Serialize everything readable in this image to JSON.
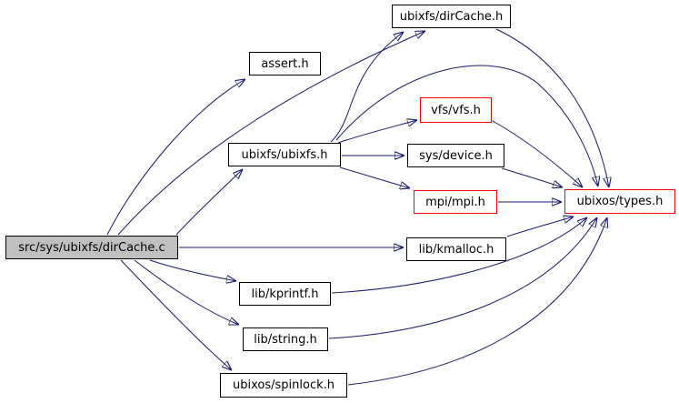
{
  "diagram": {
    "kind": "include-dependency-graph",
    "background_color": "#ffffff",
    "edge_color": "#191970",
    "node_border_color": "#000000",
    "highlight_border_color": "#ff0000",
    "main_node_fill": "#c0c0c0",
    "node_fill": "#ffffff",
    "text_color": "#000000"
  },
  "nodes": [
    {
      "id": "dircache-c",
      "label": "src/sys/ubixfs/dirCache.c",
      "kind": "main"
    },
    {
      "id": "assert-h",
      "label": "assert.h",
      "kind": "normal"
    },
    {
      "id": "ubixfs-dircache-h",
      "label": "ubixfs/dirCache.h",
      "kind": "normal"
    },
    {
      "id": "ubixfs-ubixfs-h",
      "label": "ubixfs/ubixfs.h",
      "kind": "normal"
    },
    {
      "id": "vfs-vfs-h",
      "label": "vfs/vfs.h",
      "kind": "highlight"
    },
    {
      "id": "sys-device-h",
      "label": "sys/device.h",
      "kind": "normal"
    },
    {
      "id": "mpi-mpi-h",
      "label": "mpi/mpi.h",
      "kind": "highlight"
    },
    {
      "id": "ubixos-types-h",
      "label": "ubixos/types.h",
      "kind": "highlight"
    },
    {
      "id": "lib-kmalloc-h",
      "label": "lib/kmalloc.h",
      "kind": "normal"
    },
    {
      "id": "lib-kprintf-h",
      "label": "lib/kprintf.h",
      "kind": "normal"
    },
    {
      "id": "lib-string-h",
      "label": "lib/string.h",
      "kind": "normal"
    },
    {
      "id": "ubixos-spinlock-h",
      "label": "ubixos/spinlock.h",
      "kind": "normal"
    }
  ],
  "edges": [
    {
      "from": "dircache-c",
      "to": "assert-h"
    },
    {
      "from": "dircache-c",
      "to": "ubixfs-dircache-h"
    },
    {
      "from": "dircache-c",
      "to": "ubixfs-ubixfs-h"
    },
    {
      "from": "dircache-c",
      "to": "lib-kmalloc-h"
    },
    {
      "from": "dircache-c",
      "to": "lib-kprintf-h"
    },
    {
      "from": "dircache-c",
      "to": "lib-string-h"
    },
    {
      "from": "dircache-c",
      "to": "ubixos-spinlock-h"
    },
    {
      "from": "ubixfs-ubixfs-h",
      "to": "ubixfs-dircache-h"
    },
    {
      "from": "ubixfs-ubixfs-h",
      "to": "vfs-vfs-h"
    },
    {
      "from": "ubixfs-ubixfs-h",
      "to": "sys-device-h"
    },
    {
      "from": "ubixfs-ubixfs-h",
      "to": "mpi-mpi-h"
    },
    {
      "from": "ubixfs-ubixfs-h",
      "to": "ubixos-types-h"
    },
    {
      "from": "ubixfs-dircache-h",
      "to": "ubixos-types-h"
    },
    {
      "from": "vfs-vfs-h",
      "to": "ubixos-types-h"
    },
    {
      "from": "sys-device-h",
      "to": "ubixos-types-h"
    },
    {
      "from": "mpi-mpi-h",
      "to": "ubixos-types-h"
    },
    {
      "from": "lib-kmalloc-h",
      "to": "ubixos-types-h"
    },
    {
      "from": "lib-kprintf-h",
      "to": "ubixos-types-h"
    },
    {
      "from": "lib-string-h",
      "to": "ubixos-types-h"
    },
    {
      "from": "ubixos-spinlock-h",
      "to": "ubixos-types-h"
    }
  ]
}
